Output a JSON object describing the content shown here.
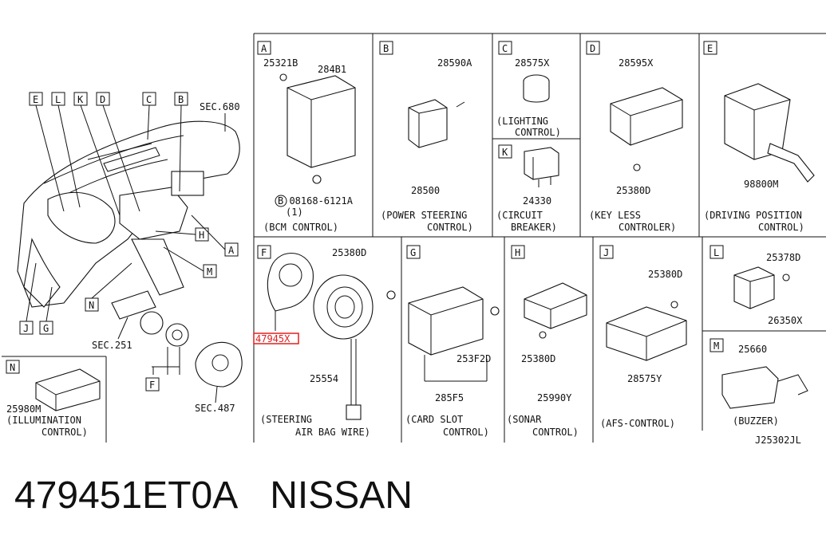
{
  "sections": {
    "A": {
      "letter": "A",
      "parts": [
        "25321B",
        "284B1"
      ],
      "note": "B 08168-6121A",
      "note2": "(1)",
      "caption": [
        "(BCM CONTROL)"
      ]
    },
    "B": {
      "letter": "B",
      "parts": [
        "28590A",
        "28500"
      ],
      "caption": [
        "(POWER STEERING",
        "CONTROL)"
      ]
    },
    "C": {
      "letter": "C",
      "parts": [
        "28575X"
      ],
      "caption": [
        "(LIGHTING",
        "CONTROL)"
      ]
    },
    "K": {
      "letter": "K",
      "parts": [
        "24330"
      ],
      "caption": [
        "(CIRCUIT",
        "BREAKER)"
      ]
    },
    "D": {
      "letter": "D",
      "parts": [
        "28595X",
        "25380D"
      ],
      "caption": [
        "(KEY LESS",
        "CONTROLER)"
      ]
    },
    "E": {
      "letter": "E",
      "parts": [
        "98800M"
      ],
      "caption": [
        "(DRIVING POSITION",
        "CONTROL)"
      ]
    },
    "F": {
      "letter": "F",
      "parts": [
        "25380D",
        "47945X",
        "25554"
      ],
      "caption": [
        "(STEERING",
        "AIR BAG WIRE)"
      ]
    },
    "G": {
      "letter": "G",
      "parts": [
        "253F2D",
        "285F5"
      ],
      "caption": [
        "(CARD SLOT",
        "CONTROL)"
      ]
    },
    "H": {
      "letter": "H",
      "parts": [
        "25380D",
        "25990Y"
      ],
      "caption": [
        "(SONAR",
        "CONTROL)"
      ]
    },
    "J": {
      "letter": "J",
      "parts": [
        "25380D",
        "28575Y"
      ],
      "caption": [
        "(AFS-CONTROL)"
      ]
    },
    "L": {
      "letter": "L",
      "parts": [
        "25378D",
        "26350X"
      ]
    },
    "M": {
      "letter": "M",
      "parts": [
        "25660"
      ],
      "caption": [
        "(BUZZER)"
      ]
    },
    "N": {
      "letter": "N",
      "parts": [
        "25980M"
      ],
      "caption": [
        "(ILLUMINATION",
        "CONTROL)"
      ]
    }
  },
  "overview": {
    "letters": [
      "E",
      "L",
      "K",
      "D",
      "C",
      "B",
      "H",
      "A",
      "M",
      "N",
      "J",
      "G",
      "F"
    ],
    "sec_refs": [
      "SEC.680",
      "SEC.251",
      "SEC.487"
    ]
  },
  "highlight_part": "47945X",
  "diagram_code": "J25302JL",
  "footer": {
    "part_number": "479451ET0A",
    "brand": "NISSAN"
  }
}
